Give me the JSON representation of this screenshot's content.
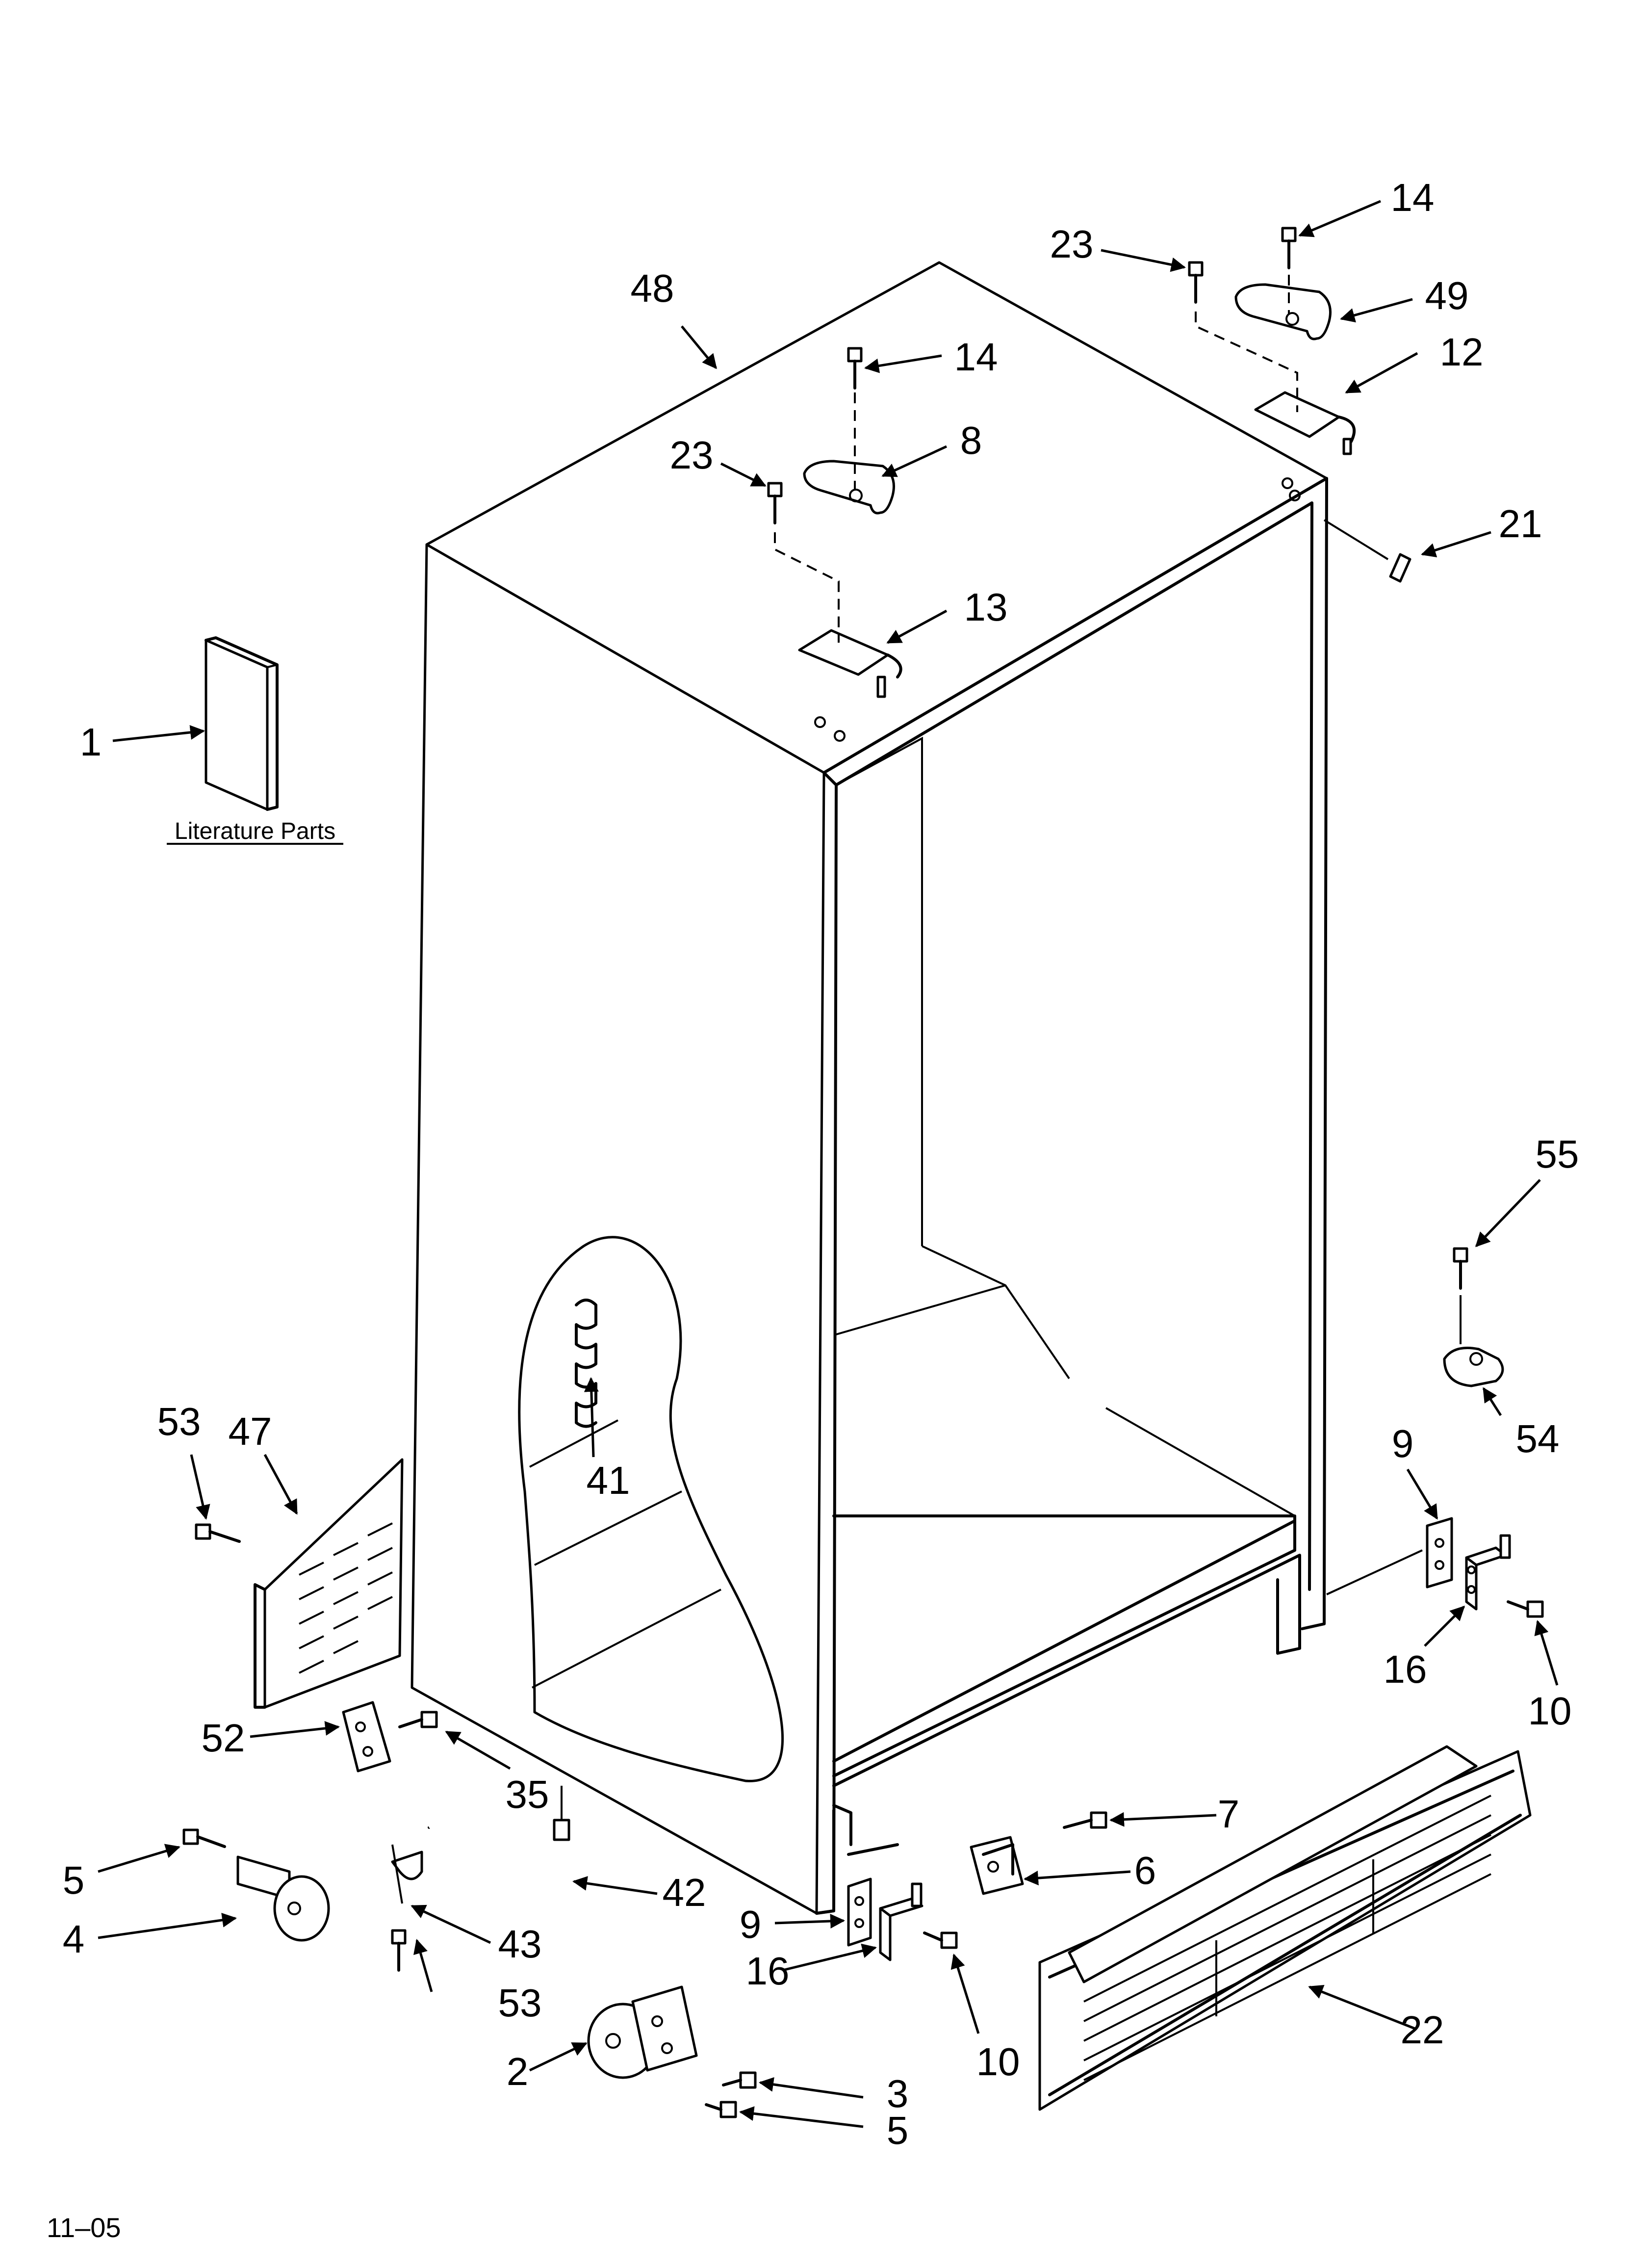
{
  "callouts": [
    {
      "id": "c48",
      "text": "48"
    },
    {
      "id": "c23a",
      "text": "23"
    },
    {
      "id": "c14a",
      "text": "14"
    },
    {
      "id": "c49",
      "text": "49"
    },
    {
      "id": "c12",
      "text": "12"
    },
    {
      "id": "c14b",
      "text": "14"
    },
    {
      "id": "c8",
      "text": "8"
    },
    {
      "id": "c23b",
      "text": "23"
    },
    {
      "id": "c21",
      "text": "21"
    },
    {
      "id": "c13",
      "text": "13"
    },
    {
      "id": "c1",
      "text": "1"
    },
    {
      "id": "c55",
      "text": "55"
    },
    {
      "id": "c54",
      "text": "54"
    },
    {
      "id": "c41",
      "text": "41"
    },
    {
      "id": "c53a",
      "text": "53"
    },
    {
      "id": "c47",
      "text": "47"
    },
    {
      "id": "c9a",
      "text": "9"
    },
    {
      "id": "c16a",
      "text": "16"
    },
    {
      "id": "c10a",
      "text": "10"
    },
    {
      "id": "c52",
      "text": "52"
    },
    {
      "id": "c35",
      "text": "35"
    },
    {
      "id": "c7",
      "text": "7"
    },
    {
      "id": "c6",
      "text": "6"
    },
    {
      "id": "c5a",
      "text": "5"
    },
    {
      "id": "c42",
      "text": "42"
    },
    {
      "id": "c4",
      "text": "4"
    },
    {
      "id": "c43",
      "text": "43"
    },
    {
      "id": "c9b",
      "text": "9"
    },
    {
      "id": "c16b",
      "text": "16"
    },
    {
      "id": "c10b",
      "text": "10"
    },
    {
      "id": "c53b",
      "text": "53"
    },
    {
      "id": "c22",
      "text": "22"
    },
    {
      "id": "c2",
      "text": "2"
    },
    {
      "id": "c3",
      "text": "3"
    },
    {
      "id": "c5b",
      "text": "5"
    }
  ],
  "literature_label": "Literature Parts",
  "footer_code": "11–05"
}
